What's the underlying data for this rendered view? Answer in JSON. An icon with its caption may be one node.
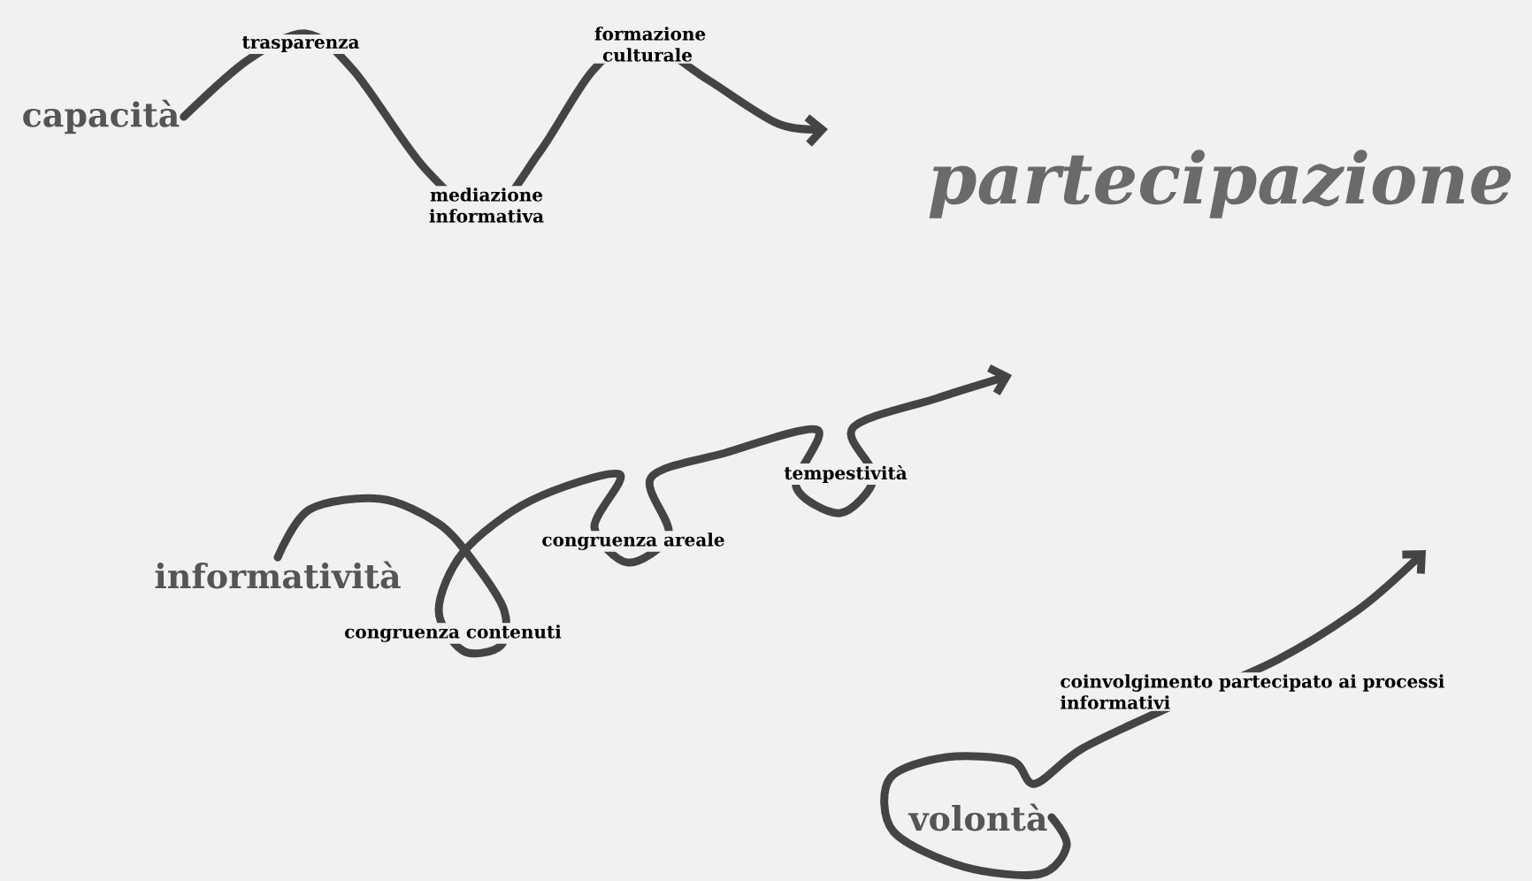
{
  "diagram": {
    "title": "partecipazione",
    "nodes": [
      {
        "text": [
          "capacità"
        ]
      },
      {
        "text": [
          "informatività"
        ]
      },
      {
        "text": [
          "volontà"
        ]
      }
    ],
    "edges": [
      {
        "from": 0,
        "to": null,
        "arrow": "to"
      },
      {
        "from": 1,
        "to": null,
        "arrow": "to"
      },
      {
        "from": 2,
        "to": null,
        "arrow": "to"
      }
    ],
    "labels": [
      "trasparenza",
      "formazione culturale",
      "mediazione informativa",
      "tempestività",
      "congruenza areale",
      "congruenza contenuti",
      "coinvolgimento partecipato ai processi informativi"
    ]
  }
}
